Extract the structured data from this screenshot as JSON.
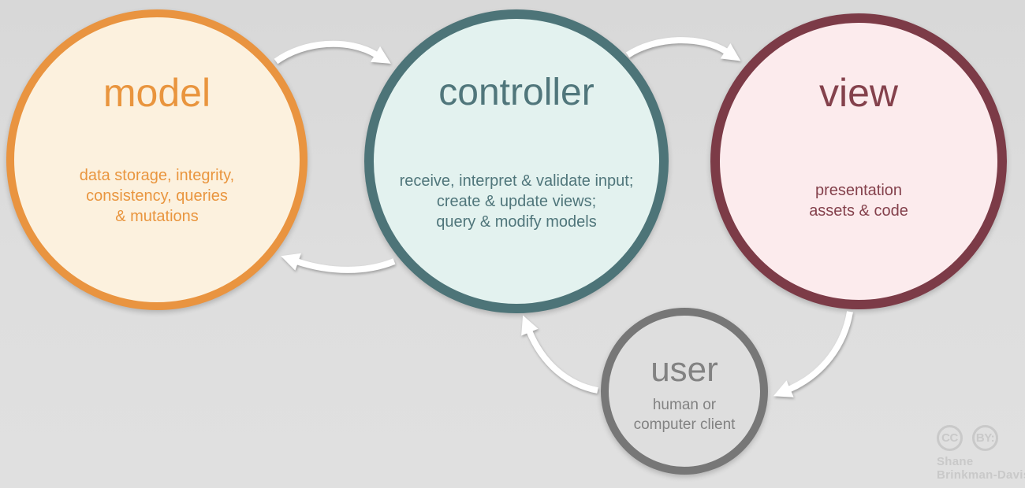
{
  "canvas": {
    "background": "#dddddd"
  },
  "nodes": [
    {
      "id": "model",
      "label": "model",
      "lines": [
        "data storage, integrity,",
        "consistency, queries",
        "& mutations"
      ],
      "border_color": "#e99440",
      "fill_color": "#fcf1de",
      "text_color": "#e9953e"
    },
    {
      "id": "controller",
      "label": "controller",
      "lines": [
        "receive, interpret & validate input;",
        "create & update views;",
        "query & modify models"
      ],
      "border_color": "#4d7478",
      "fill_color": "#e3f2ef",
      "text_color": "#50767b"
    },
    {
      "id": "view",
      "label": "view",
      "lines": [
        "presentation",
        "assets & code"
      ],
      "border_color": "#7c3b47",
      "fill_color": "#fcebed",
      "text_color": "#84414c"
    },
    {
      "id": "user",
      "label": "user",
      "lines": [
        "human or",
        "computer client"
      ],
      "border_color": "#777777",
      "fill_color": "#dedede",
      "text_color": "#828282"
    }
  ],
  "arrows": [
    {
      "from": "model",
      "to": "controller"
    },
    {
      "from": "controller",
      "to": "view"
    },
    {
      "from": "controller",
      "to": "model"
    },
    {
      "from": "view",
      "to": "user"
    },
    {
      "from": "user",
      "to": "controller"
    }
  ],
  "arrow_color": "#ffffff",
  "attribution": {
    "badge1": "CC",
    "badge2": "BY:",
    "name_line1": "Shane",
    "name_line2": "Brinkman-Davis",
    "color": "#c9c9c9"
  }
}
